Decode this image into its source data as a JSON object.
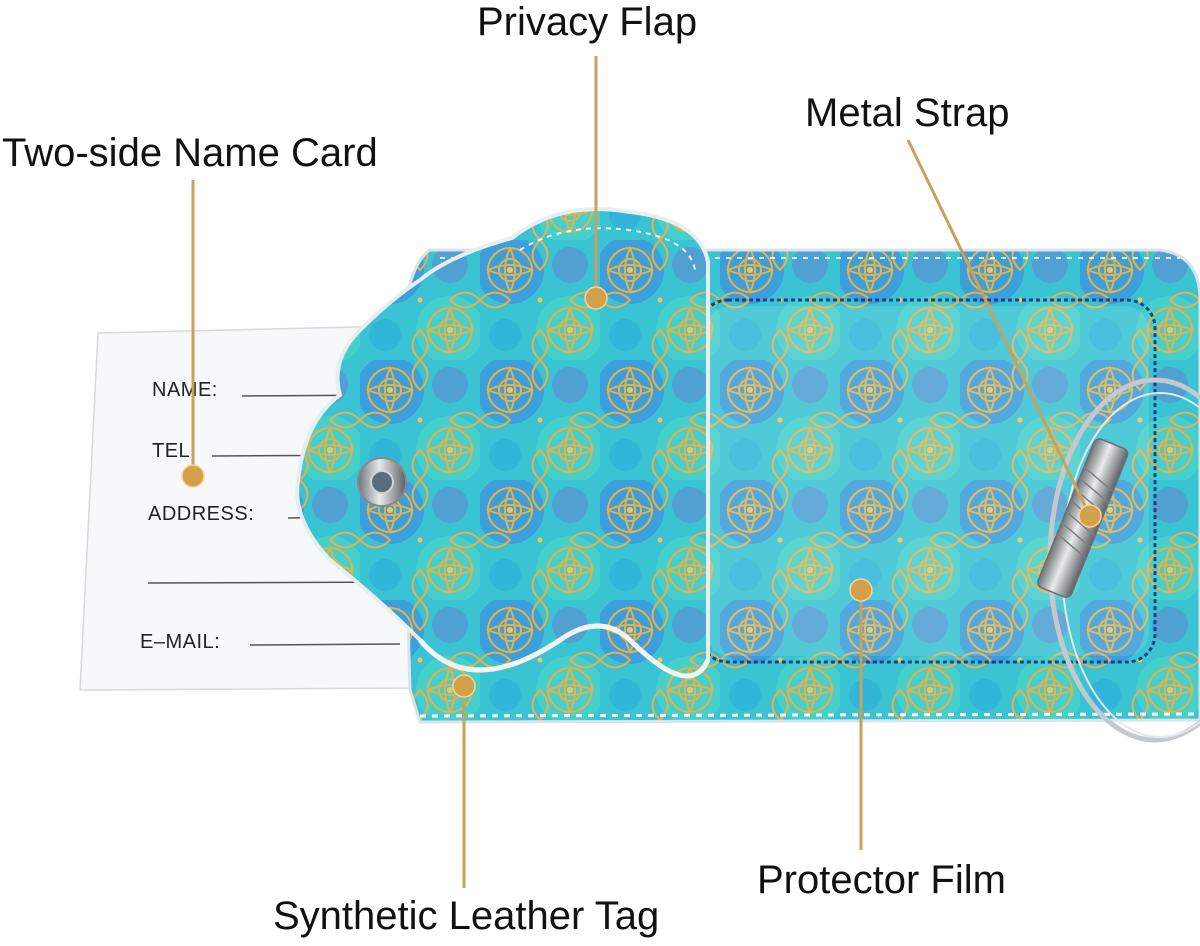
{
  "callouts": {
    "privacy_flap": "Privacy Flap",
    "metal_strap": "Metal Strap",
    "name_card": "Two-side Name Card",
    "protector_film": "Protector Film",
    "leather_tag": "Synthetic Leather Tag"
  },
  "card_fields": {
    "name": "NAME:",
    "tel": "TEL:",
    "address": "ADDRESS:",
    "email": "E–MAIL:"
  },
  "colors": {
    "callout_line": "#c9a15a",
    "callout_dot": "#d4a04c",
    "pattern_base": "#3fc6d6",
    "pattern_blue": "#3a6fd8",
    "pattern_gold": "#d9b04a"
  }
}
